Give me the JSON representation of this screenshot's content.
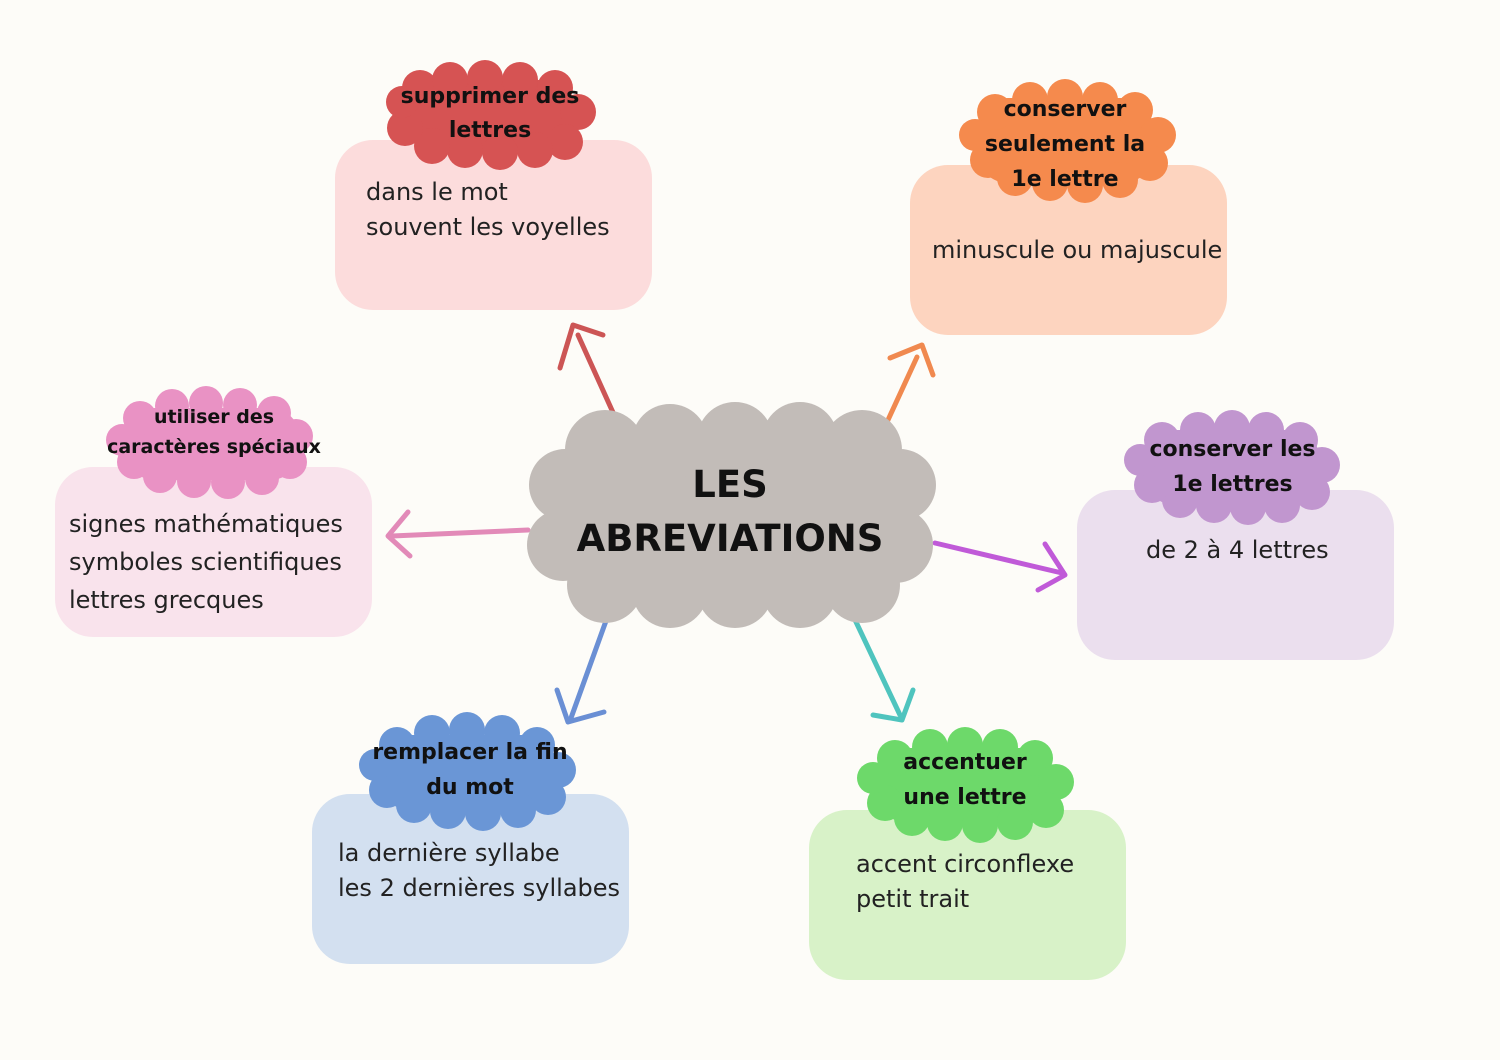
{
  "center": {
    "line1": "LES",
    "line2": "ABREVIATIONS",
    "color": "#c2bcb8"
  },
  "nodes": {
    "supprimer": {
      "title": [
        "supprimer des",
        "lettres"
      ],
      "items": [
        "dans le mot",
        "souvent les voyelles"
      ],
      "accent": "#d65353",
      "fill": "#fcdcdc"
    },
    "premiere": {
      "title": [
        "conserver",
        "seulement la",
        "1e lettre"
      ],
      "items": [
        "minuscule ou majuscule"
      ],
      "accent": "#f58a4d",
      "fill": "#fdd4bf"
    },
    "lettres": {
      "title": [
        "conserver les",
        "1e lettres"
      ],
      "items": [
        "de 2 à 4 lettres"
      ],
      "accent": "#c196cf",
      "fill": "#ebdfee"
    },
    "accentuer": {
      "title": [
        "accentuer",
        "une lettre"
      ],
      "items": [
        "accent circonflexe",
        "petit trait"
      ],
      "accent": "#6dd96a",
      "fill": "#d8f2c8"
    },
    "remplacer": {
      "title": [
        "remplacer la fin",
        "du mot"
      ],
      "items": [
        "la dernière syllabe",
        "les 2 dernières syllabes"
      ],
      "accent": "#6a96d6",
      "fill": "#d3e0f0"
    },
    "speciaux": {
      "title": [
        "utiliser des",
        "caractères spéciaux"
      ],
      "items": [
        "signes mathématiques",
        "symboles scientifiques",
        "lettres grecques"
      ],
      "accent": "#e992c4",
      "fill": "#f9e3ec"
    }
  },
  "arrow_colors": {
    "supprimer": "#cc5555",
    "premiere": "#f0894f",
    "lettres": "#c05ad8",
    "accentuer": "#4fc4be",
    "remplacer": "#6a8fd4",
    "speciaux": "#e28ab8"
  }
}
